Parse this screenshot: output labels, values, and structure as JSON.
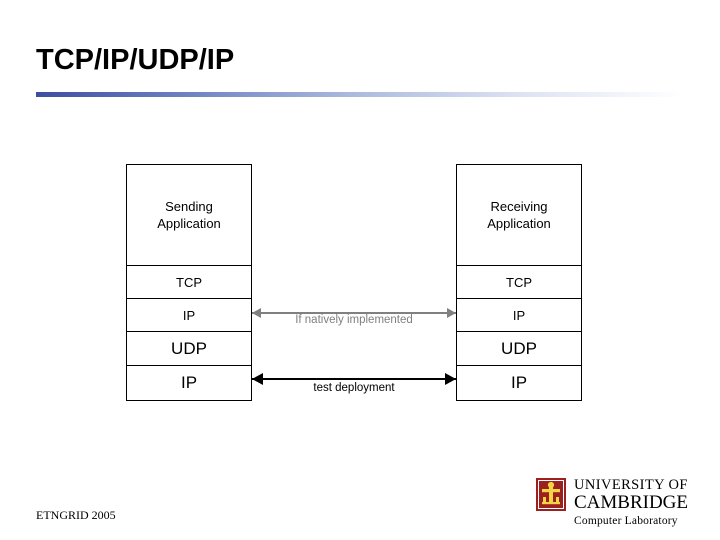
{
  "slide": {
    "title": "TCP/IP/UDP/IP",
    "footer": "ETNGRID 2005"
  },
  "diagram": {
    "left_stack": {
      "name": "sending-stack",
      "layers": [
        {
          "id": "application",
          "line1": "Sending",
          "line2": "Application"
        },
        {
          "id": "tcp",
          "line1": "TCP"
        },
        {
          "id": "ip-top",
          "line1": "IP"
        },
        {
          "id": "udp",
          "line1": "UDP"
        },
        {
          "id": "ip-bottom",
          "line1": "IP"
        }
      ]
    },
    "right_stack": {
      "name": "receiving-stack",
      "layers": [
        {
          "id": "application",
          "line1": "Receiving",
          "line2": "Application"
        },
        {
          "id": "tcp",
          "line1": "TCP"
        },
        {
          "id": "ip-top",
          "line1": "IP"
        },
        {
          "id": "udp",
          "line1": "UDP"
        },
        {
          "id": "ip-bottom",
          "line1": "IP"
        }
      ]
    },
    "arrows": [
      {
        "id": "native-arrow",
        "label": "If natively implemented",
        "color": "#808080"
      },
      {
        "id": "test-arrow",
        "label": "test deployment",
        "color": "#000000"
      }
    ]
  },
  "logo": {
    "line1": "UNIVERSITY OF",
    "line2": "CAMBRIDGE",
    "line3": "Computer Laboratory"
  }
}
